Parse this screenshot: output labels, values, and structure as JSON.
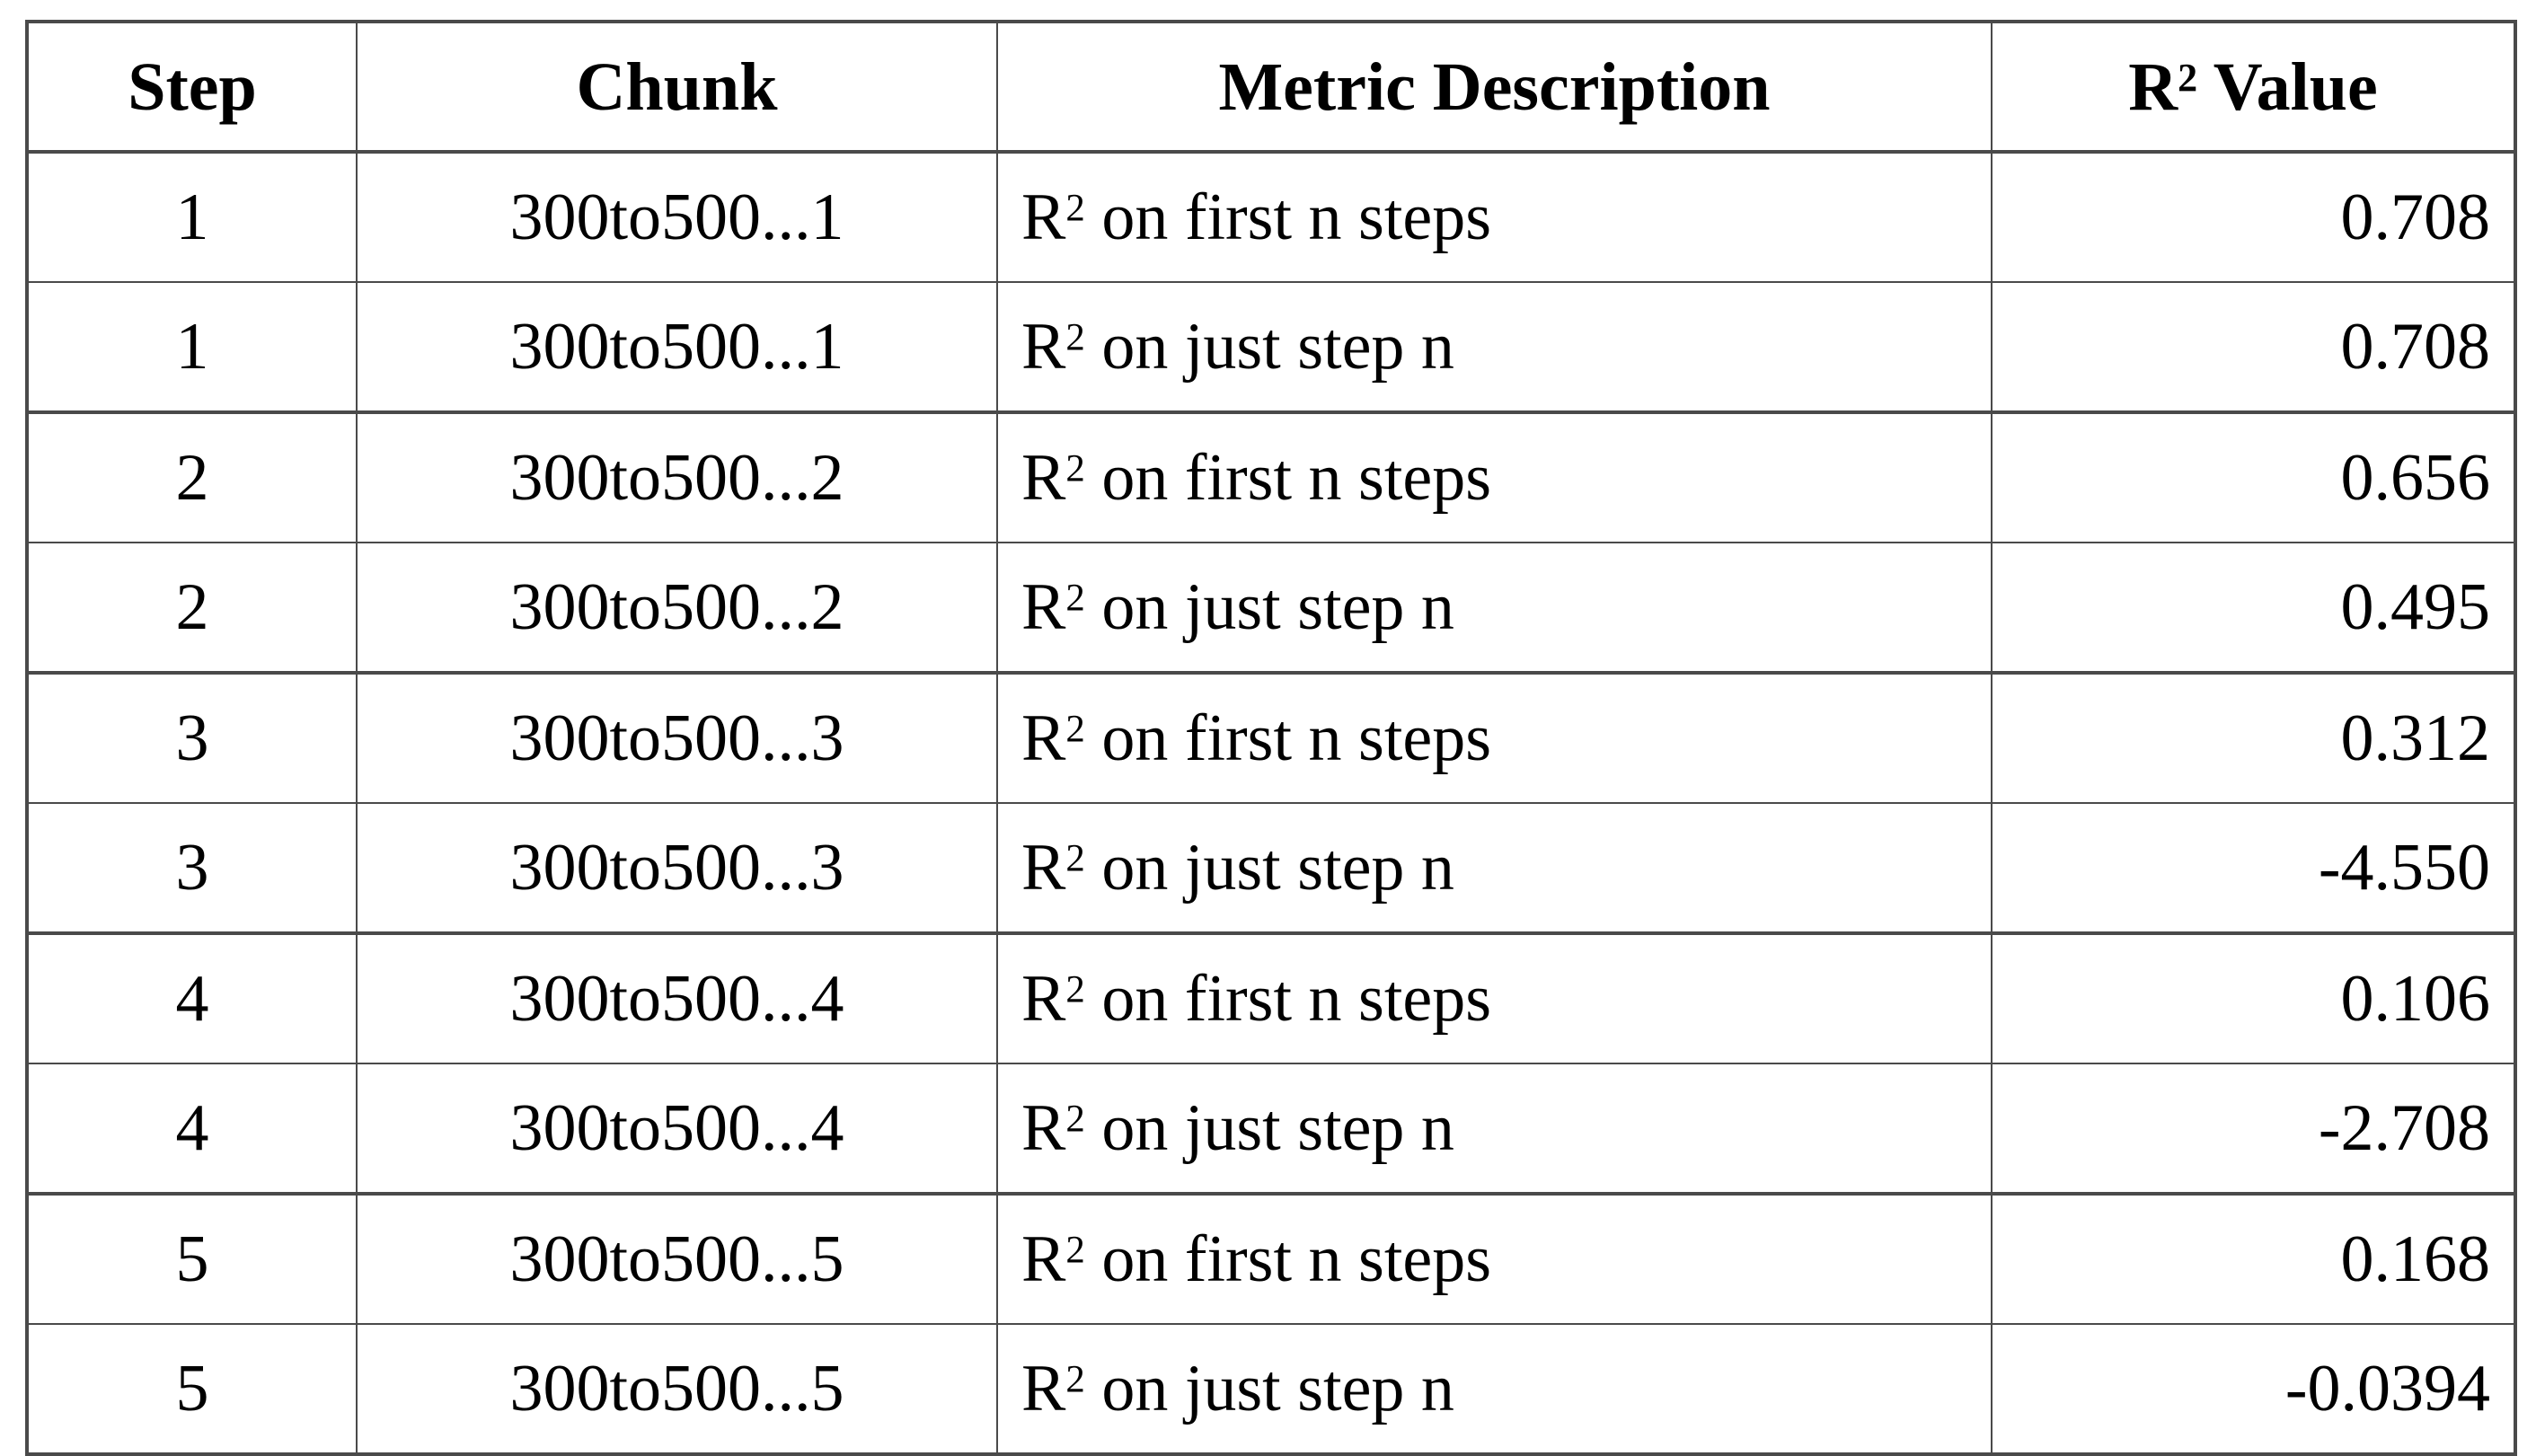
{
  "table": {
    "columns": [
      {
        "key": "step",
        "label": "Step",
        "align": "center"
      },
      {
        "key": "chunk",
        "label": "Chunk",
        "align": "center"
      },
      {
        "key": "desc",
        "label": "Metric Description",
        "align": "left"
      },
      {
        "key": "value",
        "label": "R² Value",
        "align": "right"
      }
    ],
    "header_plain": {
      "step": "Step",
      "chunk": "Chunk",
      "desc": "Metric Description",
      "value_base": "R",
      "value_sup": "2",
      "value_tail": " Value"
    },
    "metric_labels": {
      "base": "R",
      "sup": "2",
      "first_n": " on first n steps",
      "just_n": " on just step n"
    },
    "groups": [
      {
        "step": "1",
        "chunk": "300to500...1",
        "rows": [
          {
            "step": "1",
            "chunk": "300to500...1",
            "desc_base": "R",
            "desc_sup": "2",
            "desc_tail": " on first n steps",
            "value": "0.708"
          },
          {
            "step": "1",
            "chunk": "300to500...1",
            "desc_base": "R",
            "desc_sup": "2",
            "desc_tail": " on just step n",
            "value": "0.708"
          }
        ]
      },
      {
        "step": "2",
        "chunk": "300to500...2",
        "rows": [
          {
            "step": "2",
            "chunk": "300to500...2",
            "desc_base": "R",
            "desc_sup": "2",
            "desc_tail": " on first n steps",
            "value": "0.656"
          },
          {
            "step": "2",
            "chunk": "300to500...2",
            "desc_base": "R",
            "desc_sup": "2",
            "desc_tail": " on just step n",
            "value": "0.495"
          }
        ]
      },
      {
        "step": "3",
        "chunk": "300to500...3",
        "rows": [
          {
            "step": "3",
            "chunk": "300to500...3",
            "desc_base": "R",
            "desc_sup": "2",
            "desc_tail": " on first n steps",
            "value": "0.312"
          },
          {
            "step": "3",
            "chunk": "300to500...3",
            "desc_base": "R",
            "desc_sup": "2",
            "desc_tail": " on just step n",
            "value": "-4.550"
          }
        ]
      },
      {
        "step": "4",
        "chunk": "300to500...4",
        "rows": [
          {
            "step": "4",
            "chunk": "300to500...4",
            "desc_base": "R",
            "desc_sup": "2",
            "desc_tail": " on first n steps",
            "value": "0.106"
          },
          {
            "step": "4",
            "chunk": "300to500...4",
            "desc_base": "R",
            "desc_sup": "2",
            "desc_tail": " on just step n",
            "value": "-2.708"
          }
        ]
      },
      {
        "step": "5",
        "chunk": "300to500...5",
        "rows": [
          {
            "step": "5",
            "chunk": "300to500...5",
            "desc_base": "R",
            "desc_sup": "2",
            "desc_tail": " on first n steps",
            "value": "0.168"
          },
          {
            "step": "5",
            "chunk": "300to500...5",
            "desc_base": "R",
            "desc_sup": "2",
            "desc_tail": " on just step n",
            "value": "-0.0394"
          }
        ]
      }
    ]
  },
  "chart_data": {
    "type": "table",
    "title": "",
    "columns": [
      "Step",
      "Chunk",
      "Metric Description",
      "R² Value"
    ],
    "rows": [
      [
        "1",
        "300to500...1",
        "R² on first n steps",
        0.708
      ],
      [
        "1",
        "300to500...1",
        "R² on just step n",
        0.708
      ],
      [
        "2",
        "300to500...2",
        "R² on first n steps",
        0.656
      ],
      [
        "2",
        "300to500...2",
        "R² on just step n",
        0.495
      ],
      [
        "3",
        "300to500...3",
        "R² on first n steps",
        0.312
      ],
      [
        "3",
        "300to500...3",
        "R² on just step n",
        -4.55
      ],
      [
        "4",
        "300to500...4",
        "R² on first n steps",
        0.106
      ],
      [
        "4",
        "300to500...4",
        "R² on just step n",
        -2.708
      ],
      [
        "5",
        "300to500...5",
        "R² on first n steps",
        0.168
      ],
      [
        "5",
        "300to500...5",
        "R² on just step n",
        -0.0394
      ]
    ],
    "series": [
      {
        "name": "R² on first n steps",
        "x": [
          1,
          2,
          3,
          4,
          5
        ],
        "values": [
          0.708,
          0.656,
          0.312,
          0.106,
          0.168
        ]
      },
      {
        "name": "R² on just step n",
        "x": [
          1,
          2,
          3,
          4,
          5
        ],
        "values": [
          0.708,
          0.495,
          -4.55,
          -2.708,
          -0.0394
        ]
      }
    ]
  },
  "style": {
    "border_color": "#4a4a4a",
    "text_color": "#000000",
    "background": "#ffffff"
  }
}
